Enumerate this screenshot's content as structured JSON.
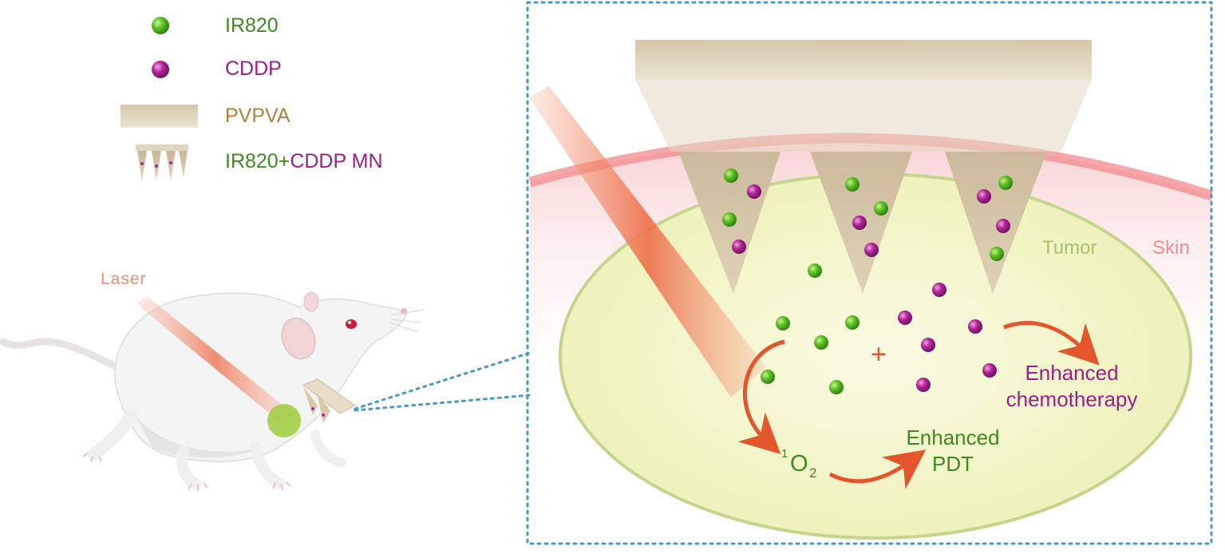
{
  "legend": {
    "ir820": "IR820",
    "cddp": "CDDP",
    "pvpva": "PVPVA",
    "mn_part1": "IR820+",
    "mn_part2": "CDDP MN"
  },
  "labels": {
    "laser": "Laser",
    "tumor": "Tumor",
    "skin": "Skin",
    "plus": "+",
    "singlet_oxygen_super": "1",
    "singlet_oxygen_base": "O",
    "singlet_oxygen_sub": "2",
    "enhanced_pdt_line1": "Enhanced",
    "enhanced_pdt_line2": "PDT",
    "enhanced_chemo_line1": "Enhanced",
    "enhanced_chemo_line2": "chemotherapy"
  },
  "colors": {
    "ir820": "#4caf1c",
    "cddp": "#a0208a",
    "pvpva": "#d9ccb4",
    "laser": "#ef6f4c",
    "tumor_fill": "#f3f4c4",
    "tumor_edge": "#c4d58c",
    "skin": "#f28a8e",
    "arrow": "#e2552d",
    "frame": "#4a98c6",
    "green_text": "#3e8a1f",
    "purple_text": "#9b1f88",
    "tan_text": "#a9833c",
    "laser_text": "#f08c72"
  },
  "icons": [
    "ir820-particle-icon",
    "cddp-particle-icon",
    "pvpva-base-icon",
    "microneedle-patch-icon",
    "mouse-illustration"
  ]
}
